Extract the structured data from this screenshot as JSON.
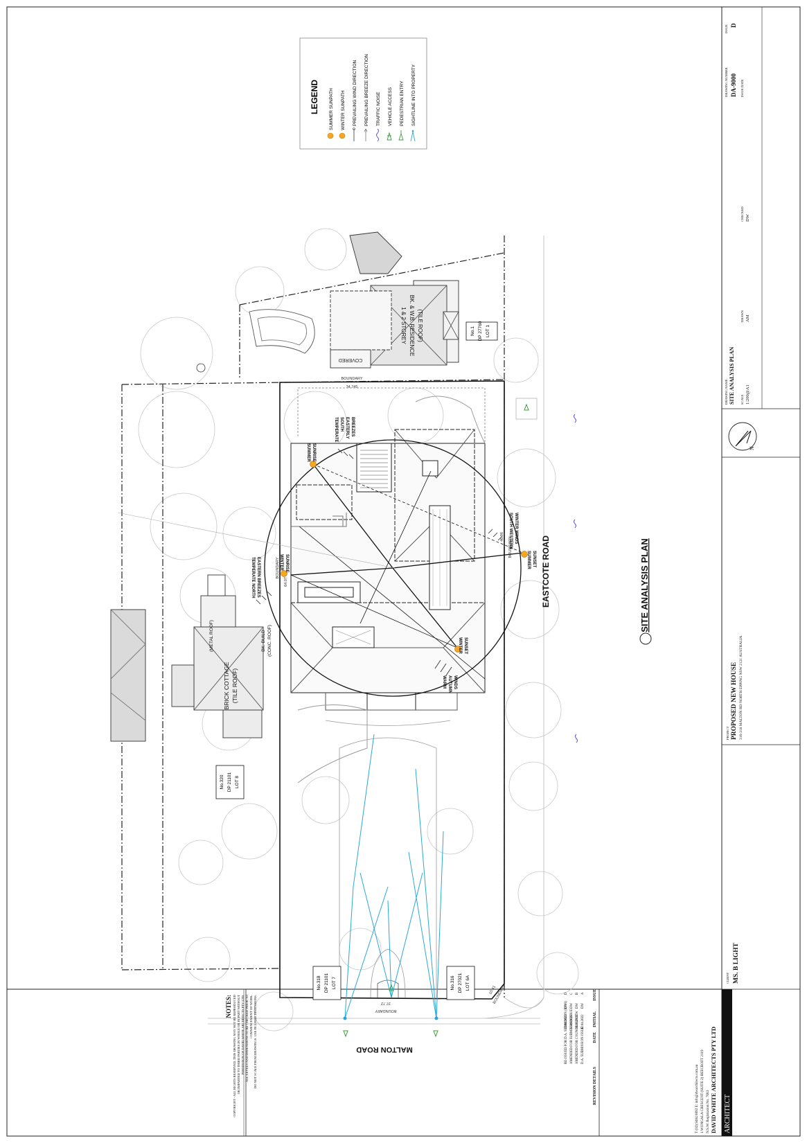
{
  "legend": {
    "title": "LEGEND",
    "items": [
      {
        "label": "SUMMER SUNPATH",
        "icon": "sun-icon"
      },
      {
        "label": "WINTER SUNPATH",
        "icon": "sun-icon"
      },
      {
        "label": "PREVAILING WIND DIRECTION",
        "icon": "wind-arrow-icon"
      },
      {
        "label": "PREVAILING BREEZE DIRECTION",
        "icon": "breeze-arrow-icon"
      },
      {
        "label": "TRAFFIC NOISE",
        "icon": "noise-squiggle-icon"
      },
      {
        "label": "VEHICLE ACCESS",
        "icon": "vehicle-access-icon"
      },
      {
        "label": "PEDESTRIAN ENTRY",
        "icon": "pedestrian-entry-icon"
      },
      {
        "label": "SIGHTLINE INTO PROPERTY",
        "icon": "sightline-icon"
      }
    ],
    "colors": {
      "sun": "#f5a623",
      "sightline": "#2aa7d8",
      "access": "#3a9a3a",
      "noise": "#5b4fcf"
    }
  },
  "plan": {
    "title": "SITE ANALYSIS PLAN",
    "roads": {
      "malton": "MALTON ROAD",
      "eastcote": "EASTCOTE ROAD"
    },
    "neighbours": {
      "brick_cottage": [
        "BRICK COTTAGE",
        "(TILE ROOF)"
      ],
      "metal_roof": "(METAL ROOF)",
      "bk_build": [
        "BK. BUILD",
        "(CONC. ROOF)"
      ],
      "residence": [
        "1 & 2 STOREY",
        "BK. & W.B. RESIDENCE",
        "(TILE ROOF)"
      ],
      "covered": "COVERED"
    },
    "lots": {
      "no320": [
        "No.320",
        "DP 21101",
        "LOT 8"
      ],
      "no318": [
        "No.318",
        "DP 21101",
        "LOT 7"
      ],
      "no316": [
        "No.316",
        "DP 27021",
        "LOT 6A"
      ],
      "no1": [
        "No.1",
        "DP 27760",
        "LOT 1"
      ]
    },
    "annotations": {
      "summer_sunrise": [
        "SUMMER",
        "SUNRISE"
      ],
      "winter_sunrise": [
        "WINTER",
        "SUNRISE"
      ],
      "winter_sunset": [
        "WINTER",
        "SUNSET"
      ],
      "summer_sunset": [
        "SUMMER",
        "SUNSET"
      ],
      "ne_breezes": [
        "TEMPERATE NORTH",
        "EASTERN BREEZES"
      ],
      "se_breezes": [
        "TEMPERATE",
        "SOUTH",
        "EASTERLY",
        "BREEZES"
      ],
      "sw_winds": [
        "SOUTH WESTERN",
        "WINTER WINDS"
      ],
      "warm_winds": [
        "WARM",
        "AUTUMN",
        "WINDS"
      ]
    },
    "boundaries": {
      "label": "BOUNDARY",
      "dims": [
        "34.745",
        "64.07",
        "46.96",
        "37.72",
        "10.41"
      ]
    }
  },
  "title_block": {
    "architect_label": "ARCHITECT",
    "firm": "DAVID WHITE ARCHITECTS PTY LTD",
    "firm_lines": [
      "N.S.W. Registration No. 7683",
      "1 WONGALA CRESCENT (SUITE 2) BEECROFT 2119",
      "T (02) 9484 8092      E: info@dwarchitects.com.au"
    ],
    "revision_header": [
      "ISSUE",
      "INITIAL",
      "DATE",
      "REVISION DETAILS"
    ],
    "revisions": [
      {
        "issue": "D",
        "initial": "DW",
        "date": "22.08.2022",
        "details": "RE-ISSUED FOR D.A. SUBMISSION (RFI 1)"
      },
      {
        "issue": "C",
        "initial": "DW",
        "date": "22.08.2022",
        "details": "AMENDED FOR SUBMISSION ISSUE"
      },
      {
        "issue": "B",
        "initial": "DW",
        "date": "30.05.2022",
        "details": "AMENDED FOR COUNCIL REVIEW"
      },
      {
        "issue": "A",
        "initial": "DW",
        "date": "12.04.2022",
        "details": "D.A. SUBMISSION ISSUE"
      }
    ],
    "notes_title": "NOTES:",
    "notes": [
      "COPYRIGHT - ALL RIGHTS RESERVED. THIS DRAWING MAY NOT BE REPRODUCED",
      "OR IMPARTED TO THIRD PARTIES IN WHOLE OR IN PART WITHOUT",
      "PERMISSION OF DAVID WHITE ARCHITECTS PTY LTD.",
      "ALL LEVELS AND DIMENSIONS TO BE CHECKED PRIOR TO",
      "COMMENCEMENT OF WORK.",
      "DO NOT SCALE FROM DRAWINGS. USE FIGURED DIMENSIONS."
    ],
    "client_label": "CLIENT",
    "client": "MS. B LIGHT",
    "project_label": "PROJECT",
    "project": "PROPOSED NEW HOUSE",
    "address": "316-318 MALTON RD NORTH EPPING NSW 2121 AUSTRALIA",
    "drawing_name_label": "DRAWING NAME",
    "drawing_name": "SITE ANALYSIS PLAN",
    "scale_label": "SCALE",
    "scale": "1:200@A1",
    "drawn_label": "DRAWN",
    "drawn": "AM",
    "checked_label": "CHECKED",
    "checked": "DW",
    "drawing_number_label": "DRAWING NUMBER",
    "drawing_number": "DA-9000",
    "issue_label": "ISSUE",
    "issue": "D",
    "issue_date_label": "ISSUE DATE",
    "north": "N"
  }
}
